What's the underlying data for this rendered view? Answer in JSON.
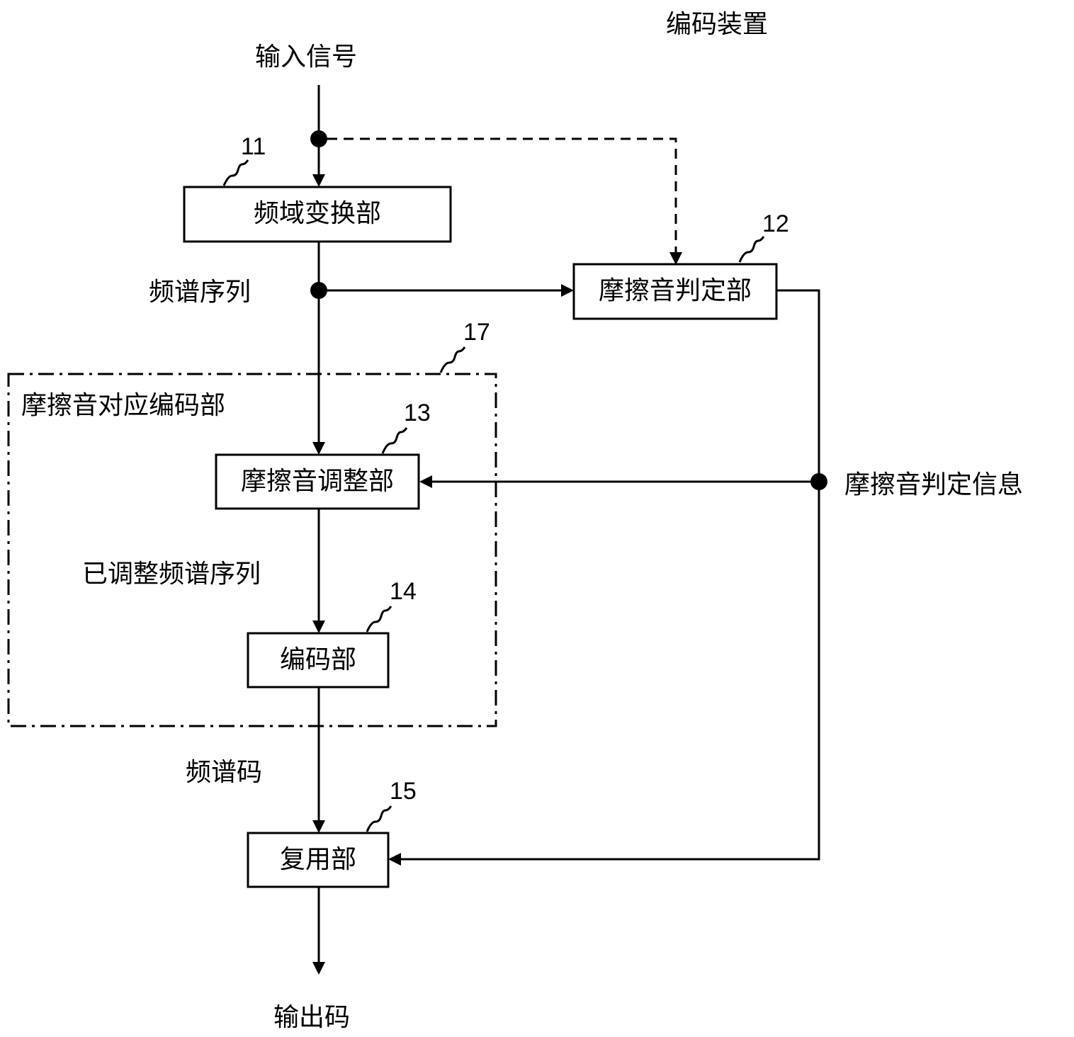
{
  "title": "编码装置",
  "labels": {
    "input_signal": "输入信号",
    "spectrum_sequence": "频谱序列",
    "adjusted_spectrum_sequence": "已调整频谱序列",
    "spectrum_code": "频谱码",
    "output_code": "输出码",
    "fricative_judgment_info": "摩擦音判定信息",
    "group_label": "摩擦音对应编码部"
  },
  "blocks": {
    "freq_transform": {
      "label": "频域变换部",
      "ref": "11"
    },
    "fricative_judge": {
      "label": "摩擦音判定部",
      "ref": "12"
    },
    "fricative_adjust": {
      "label": "摩擦音调整部",
      "ref": "13"
    },
    "encoder": {
      "label": "编码部",
      "ref": "14"
    },
    "multiplexer": {
      "label": "复用部",
      "ref": "15"
    },
    "group": {
      "ref": "17"
    }
  }
}
